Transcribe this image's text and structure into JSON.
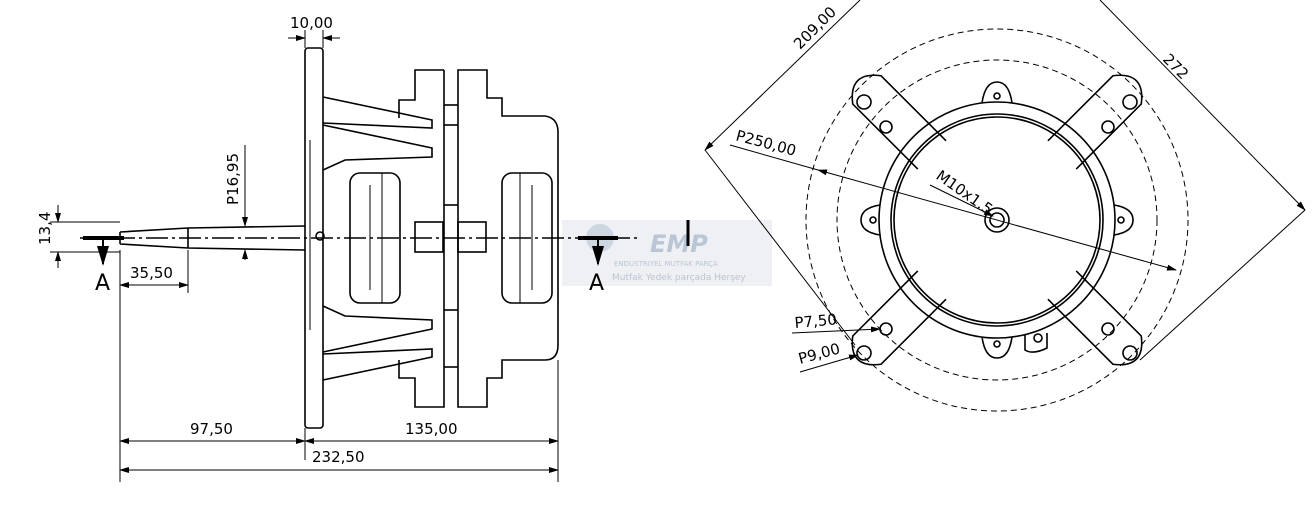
{
  "side_view": {
    "dim_flange_thickness": "10,00",
    "dim_shaft_diameter": "P16,95",
    "dim_shaft_end": "13,4",
    "dim_shaft_step": "35,50",
    "dim_shaft_length": "97,50",
    "dim_body_length": "135,00",
    "dim_total_length": "232,50",
    "section_label_left": "A",
    "section_label_right": "A"
  },
  "front_view": {
    "dim_bolt_circle": "P250,00",
    "dim_arm_span_1": "209,00",
    "dim_arm_span_2": "272",
    "dim_thread": "M10x1.5",
    "dim_hole_small": "P7,50",
    "dim_hole_large": "P9,00"
  },
  "watermark": {
    "brand": "EMP",
    "line1": "ENDUSTRIYEL MUTFAK PARÇA",
    "line2": "Mutfak Yedek parçada Herşey"
  },
  "colors": {
    "line": "#000000",
    "watermark": "#b9c6d6"
  }
}
